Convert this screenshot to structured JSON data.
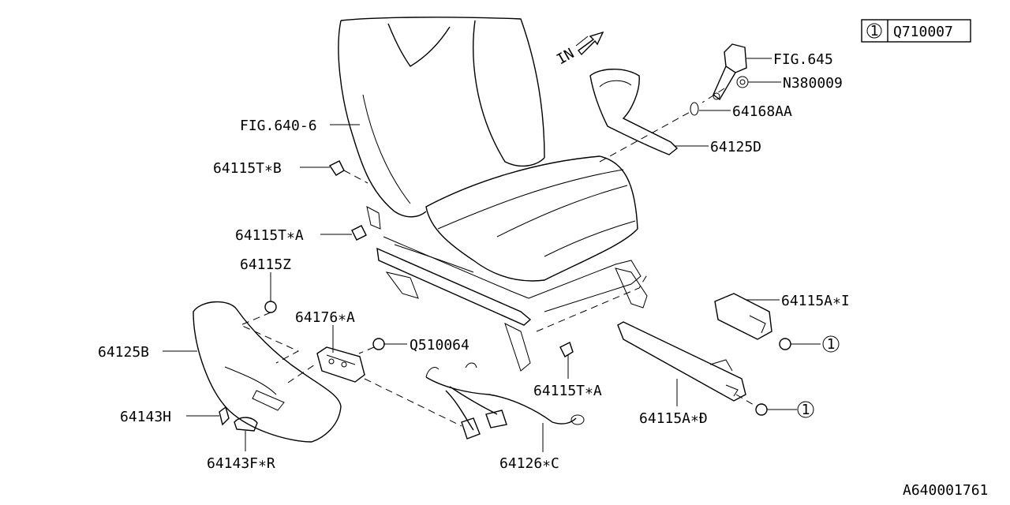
{
  "legend": {
    "symbol": "1",
    "code": "Q710007"
  },
  "direction_label": "IN",
  "diagram_id": "A640001761",
  "parts": {
    "fig645": "FIG.645",
    "n380009": "N380009",
    "p64168aa": "64168AA",
    "p64125d": "64125D",
    "fig640_6": "FIG.640-6",
    "p64115t_b": "64115T∗B",
    "p64115t_a_left": "64115T∗A",
    "p64115z": "64115Z",
    "p64176_a": "64176∗A",
    "q510064": "Q510064",
    "p64125b": "64125B",
    "p64143h": "64143H",
    "p64143f_r": "64143F∗R",
    "p64126_c": "64126∗C",
    "p64115t_a_right": "64115T∗A",
    "p64115a_i": "64115A∗I",
    "p64115a_d": "64115A∗Ð"
  },
  "callouts": {
    "ref_upper": "1",
    "ref_lower": "1"
  }
}
